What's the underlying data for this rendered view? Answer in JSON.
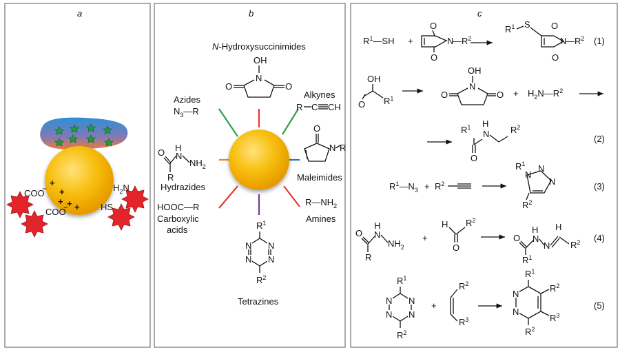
{
  "panels": {
    "a": {
      "label": "a"
    },
    "b": {
      "label": "b"
    },
    "c": {
      "label": "c"
    }
  },
  "panel_a": {
    "coo_top": "COO",
    "coo_bottom": "COO",
    "minus": "−",
    "h2n": "H",
    "h2n_sub": "2",
    "h2n_n": "N",
    "hs": "HS",
    "plus": "+"
  },
  "panel_b": {
    "title_nhs_italic": "N",
    "title_nhs_rest": "-Hydroxysuccinimides",
    "azides": "Azides",
    "azide_formula": "N",
    "alkynes": "Alkynes",
    "hydrazides": "Hydrazides",
    "maleimides": "Maleimides",
    "carboxylic": "Carboxylic",
    "acids": "acids",
    "hooc": "HOOC",
    "amines": "Amines",
    "tetrazines": "Tetrazines"
  },
  "panel_c": {
    "eq_numbers": [
      "(1)",
      "(2)",
      "(3)",
      "(4)",
      "(5)"
    ],
    "eq_colors": [
      "#4a86c5",
      "#e53935",
      "#43a047",
      "#f0822a",
      "#6a3d9a"
    ]
  },
  "colors": {
    "azide_line": "#2e9e49",
    "nhs_line": "#e53935",
    "alkyne_line": "#2e9e49",
    "maleimide_line": "#2a7abf",
    "hydrazide_line": "#f0822a",
    "carboxylic_line": "#e53935",
    "amine_line": "#e53935",
    "tetrazine_line": "#6a3d9a",
    "gold": "#f5b800",
    "star": "#e3242b"
  }
}
